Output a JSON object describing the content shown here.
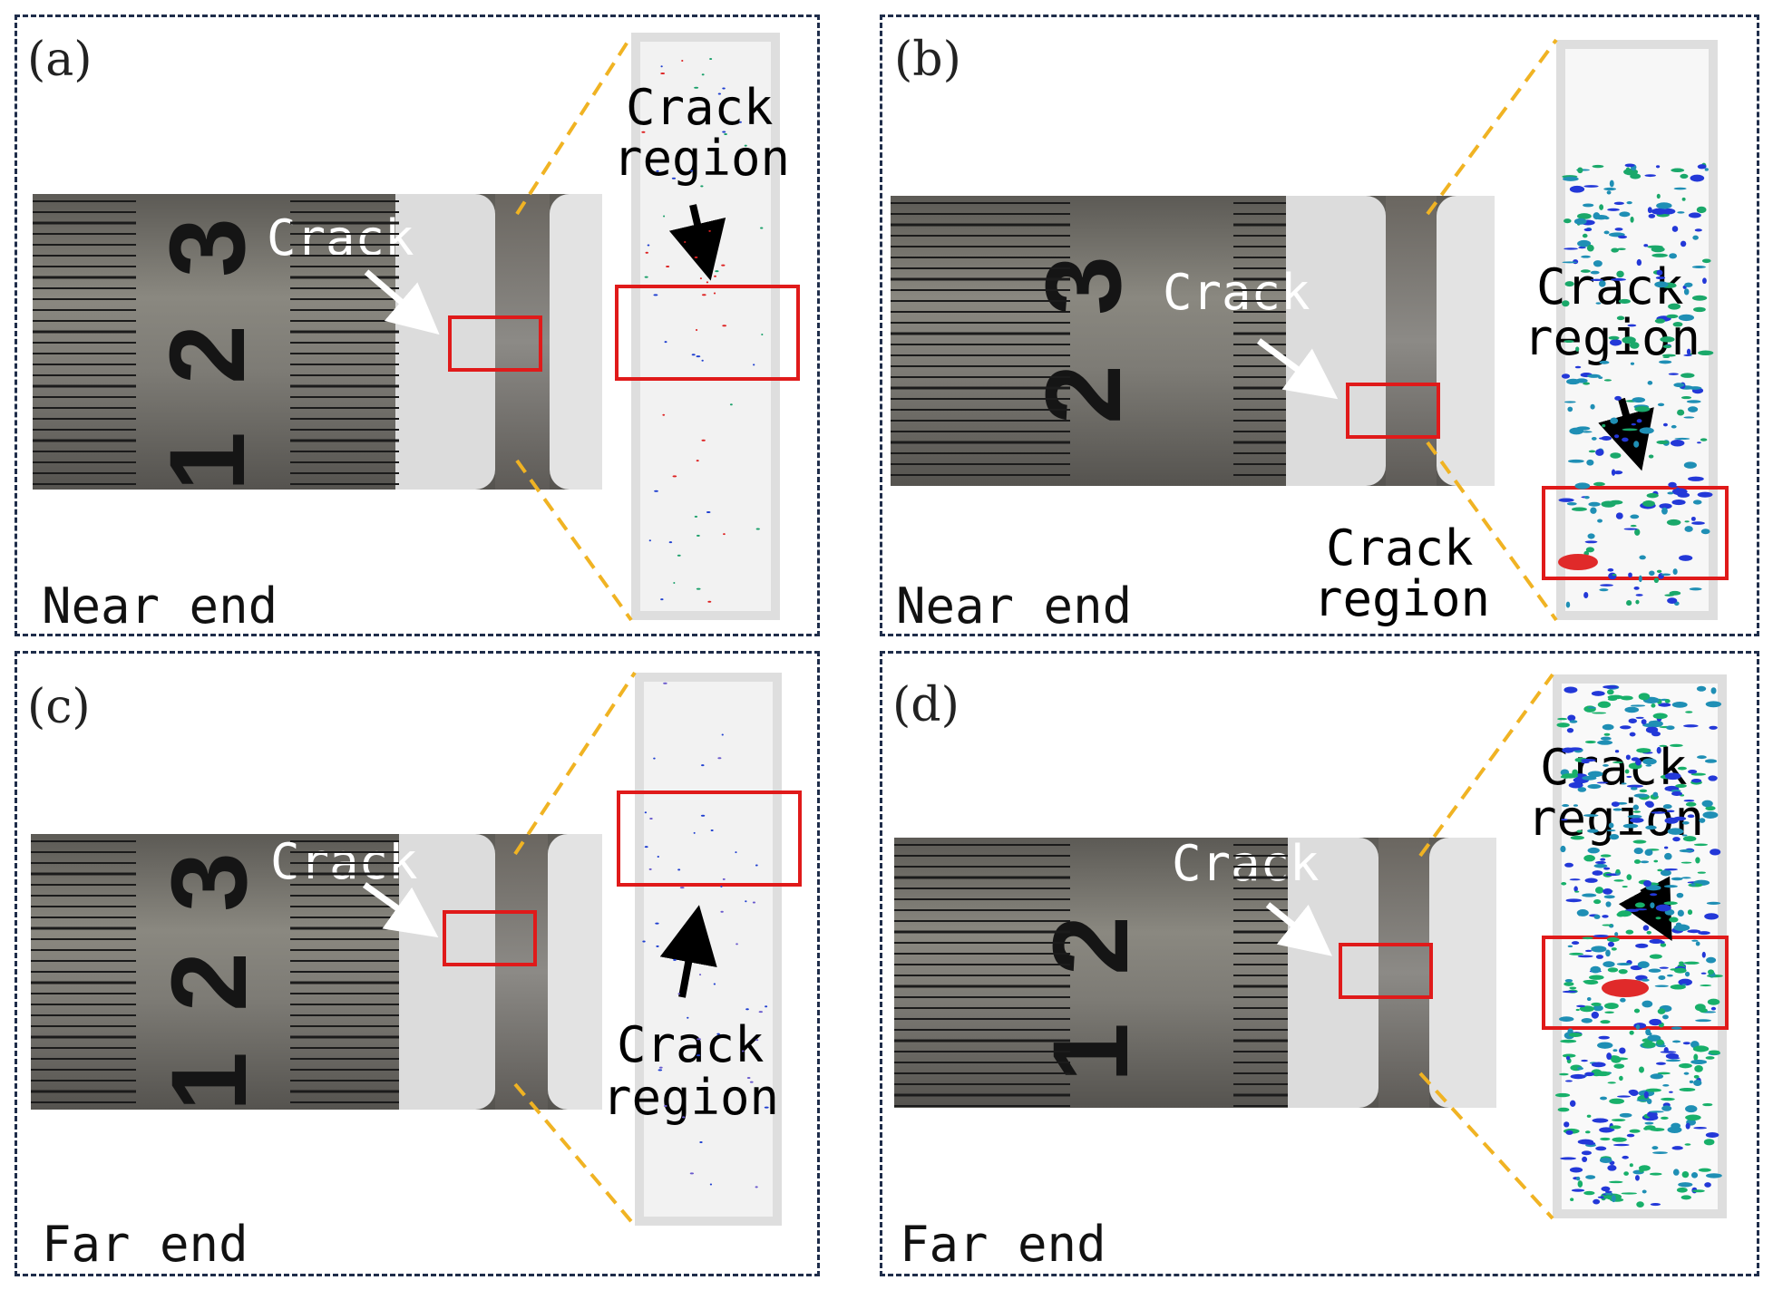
{
  "panels": [
    {
      "id": "a",
      "label": "(a)",
      "end": "Near end",
      "crack": "Crack",
      "region_line1": "Crack",
      "region_line2": "region"
    },
    {
      "id": "b",
      "label": "(b)",
      "end": "Near end",
      "crack": "Crack",
      "region_line1": "Crack",
      "region_line2": "region",
      "region2_line1": "Crack",
      "region2_line2": "region"
    },
    {
      "id": "c",
      "label": "(c)",
      "end": "Far end",
      "crack": "Crack",
      "region_line1": "Crack",
      "region_line2": "region"
    },
    {
      "id": "d",
      "label": "(d)",
      "end": "Far end",
      "crack": "Crack",
      "region_line1": "Crack",
      "region_line2": "region"
    }
  ],
  "ruler_digits": {
    "a": [
      "3",
      "2",
      "1"
    ],
    "b": [
      "3",
      "2"
    ],
    "c": [
      "3",
      "2",
      "1"
    ],
    "d": [
      "2",
      "1"
    ]
  },
  "colors": {
    "frame": "#1f2d4a",
    "highlight": "#e01a1a",
    "zoom_line": "#f0b323",
    "arrow_light": "#ffffff",
    "arrow_dark": "#000000"
  }
}
